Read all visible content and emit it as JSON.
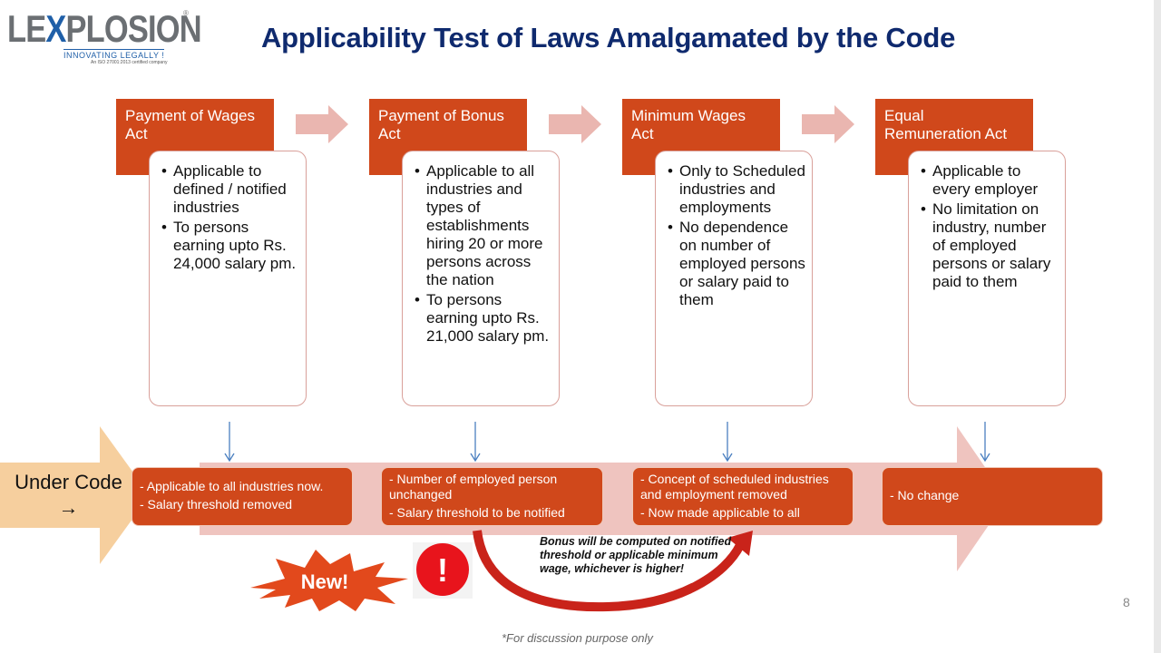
{
  "logo": {
    "word_a": "LE",
    "word_x": "X",
    "word_b": "PLOSION",
    "tagline": "INNOVATING LEGALLY !",
    "subline": "An ISO 27001:2013 certified company",
    "reg": "®"
  },
  "title": "Applicability Test of Laws Amalgamated by the Code",
  "acts": [
    {
      "name": "Payment of Wages Act",
      "points": [
        "Applicable to defined / notified industries",
        "To persons earning upto Rs. 24,000 salary pm."
      ]
    },
    {
      "name": "Payment of Bonus Act",
      "points": [
        "Applicable to all industries and types of establishments hiring 20 or more persons across the nation",
        "To persons earning upto Rs. 21,000 salary pm."
      ]
    },
    {
      "name": "Minimum Wages Act",
      "points": [
        "Only to Scheduled industries and employments",
        "No dependence on number of employed persons or salary paid to them"
      ]
    },
    {
      "name": "Equal Remuneration Act",
      "points": [
        "Applicable to every employer",
        "No limitation on industry, number of employed persons or salary paid to them"
      ]
    }
  ],
  "under_code": {
    "label": "Under Code",
    "arrow": "→"
  },
  "results": [
    [
      "- Applicable to all industries now.",
      "- Salary threshold removed"
    ],
    [
      "- Number of employed person unchanged",
      "- Salary threshold to be notified"
    ],
    [
      "- Concept of scheduled industries and employment removed",
      "- Now made applicable to all"
    ],
    [
      "- No change"
    ]
  ],
  "new_label": "New!",
  "alert_symbol": "!",
  "bonus_note": "Bonus will be computed on notified threshold or applicable minimum wage, whichever is higher!",
  "page_number": "8",
  "footer": "*For discussion purpose only",
  "colors": {
    "accent": "#d0481b",
    "title": "#0f2a6e",
    "band": "#efc4bf",
    "under_code_arrow": "#f6cf9e",
    "alert_red": "#e8141c"
  }
}
